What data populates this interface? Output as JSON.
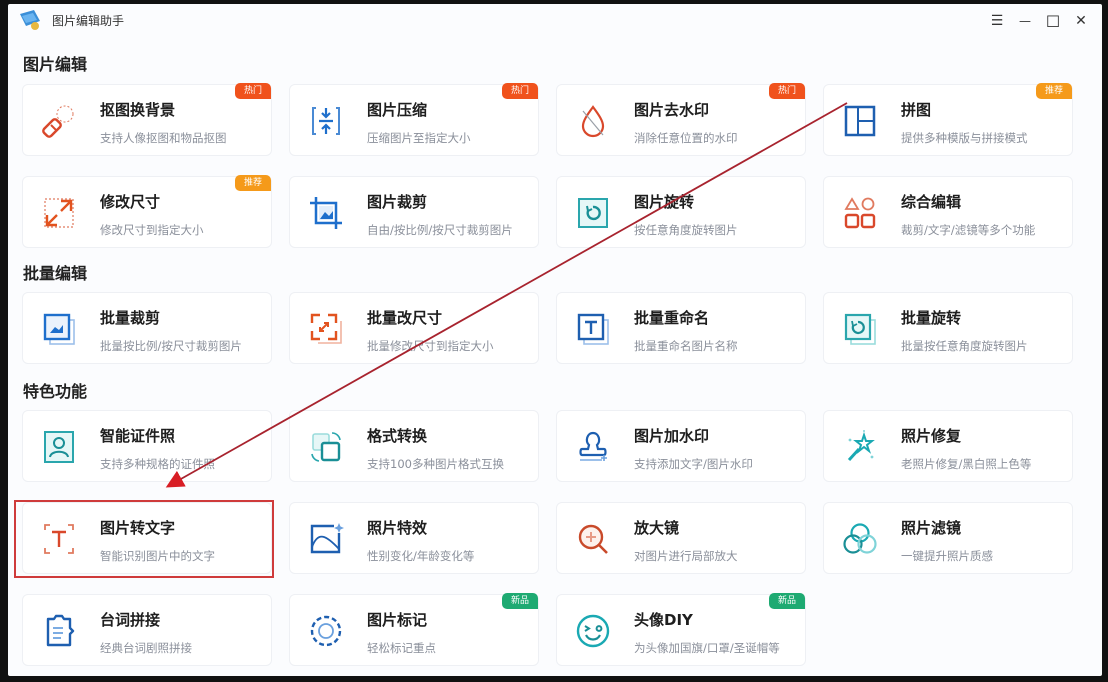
{
  "window": {
    "title": "图片编辑助手",
    "controls": {
      "menu": "☰",
      "minimize": "—",
      "maximize": "☐",
      "close": "✕"
    }
  },
  "colors": {
    "badge_hot": "#f0521c",
    "badge_recommend": "#f59a1a",
    "badge_new": "#1eaa72",
    "highlight": "#cf3b3b",
    "arrow": "#a8232e"
  },
  "sections": [
    {
      "title": "图片编辑",
      "items": [
        {
          "title": "抠图换背景",
          "desc": "支持人像抠图和物品抠图",
          "icon": "eraser-icon",
          "badge": "热门"
        },
        {
          "title": "图片压缩",
          "desc": "压缩图片至指定大小",
          "icon": "compress-icon",
          "badge": "热门"
        },
        {
          "title": "图片去水印",
          "desc": "消除任意位置的水印",
          "icon": "remove-watermark-icon",
          "badge": "热门"
        },
        {
          "title": "拼图",
          "desc": "提供多种模版与拼接模式",
          "icon": "collage-icon",
          "badge": "推荐"
        },
        {
          "title": "修改尺寸",
          "desc": "修改尺寸到指定大小",
          "icon": "resize-icon",
          "badge": "推荐"
        },
        {
          "title": "图片裁剪",
          "desc": "自由/按比例/按尺寸裁剪图片",
          "icon": "crop-icon",
          "badge": ""
        },
        {
          "title": "图片旋转",
          "desc": "按任意角度旋转图片",
          "icon": "rotate-icon",
          "badge": ""
        },
        {
          "title": "综合编辑",
          "desc": "裁剪/文字/滤镜等多个功能",
          "icon": "shapes-icon",
          "badge": ""
        }
      ]
    },
    {
      "title": "批量编辑",
      "items": [
        {
          "title": "批量裁剪",
          "desc": "批量按比例/按尺寸裁剪图片",
          "icon": "batch-crop-icon",
          "badge": ""
        },
        {
          "title": "批量改尺寸",
          "desc": "批量修改尺寸到指定大小",
          "icon": "batch-resize-icon",
          "badge": ""
        },
        {
          "title": "批量重命名",
          "desc": "批量重命名图片名称",
          "icon": "batch-rename-icon",
          "badge": ""
        },
        {
          "title": "批量旋转",
          "desc": "批量按任意角度旋转图片",
          "icon": "batch-rotate-icon",
          "badge": ""
        }
      ]
    },
    {
      "title": "特色功能",
      "items": [
        {
          "title": "智能证件照",
          "desc": "支持多种规格的证件照",
          "icon": "id-photo-icon",
          "badge": ""
        },
        {
          "title": "格式转换",
          "desc": "支持100多种图片格式互换",
          "icon": "format-convert-icon",
          "badge": ""
        },
        {
          "title": "图片加水印",
          "desc": "支持添加文字/图片水印",
          "icon": "stamp-icon",
          "badge": ""
        },
        {
          "title": "照片修复",
          "desc": "老照片修复/黑白照上色等",
          "icon": "magic-wand-icon",
          "badge": ""
        },
        {
          "title": "图片转文字",
          "desc": "智能识别图片中的文字",
          "icon": "ocr-text-icon",
          "badge": ""
        },
        {
          "title": "照片特效",
          "desc": "性别变化/年龄变化等",
          "icon": "photo-effect-icon",
          "badge": ""
        },
        {
          "title": "放大镜",
          "desc": "对图片进行局部放大",
          "icon": "magnifier-icon",
          "badge": ""
        },
        {
          "title": "照片滤镜",
          "desc": "一键提升照片质感",
          "icon": "filter-icon",
          "badge": ""
        },
        {
          "title": "台词拼接",
          "desc": "经典台词剧照拼接",
          "icon": "subtitle-stitch-icon",
          "badge": ""
        },
        {
          "title": "图片标记",
          "desc": "轻松标记重点",
          "icon": "mark-icon",
          "badge": "新品"
        },
        {
          "title": "头像DIY",
          "desc": "为头像加国旗/口罩/圣诞帽等",
          "icon": "avatar-icon",
          "badge": "新品"
        }
      ]
    }
  ]
}
